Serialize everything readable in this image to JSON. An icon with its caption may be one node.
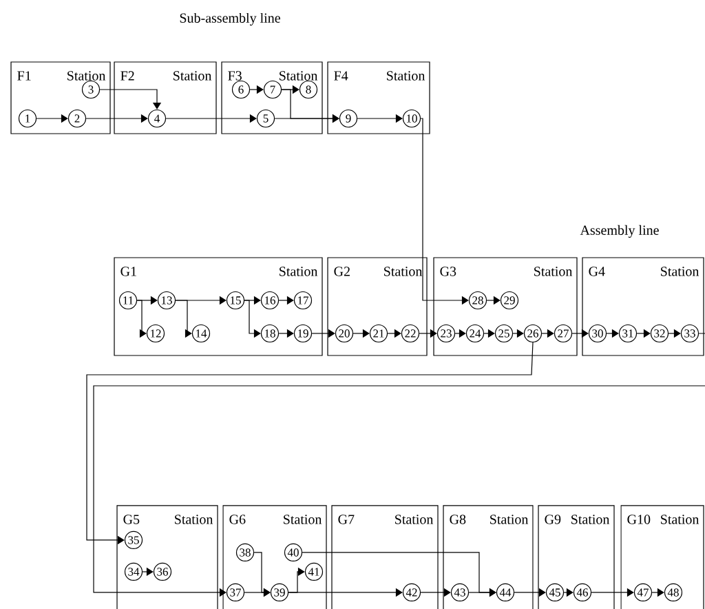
{
  "diagram": {
    "nodes": [
      {
        "text": [
          "F1",
          "Station"
        ]
      },
      {
        "text": [
          "1"
        ],
        "in": 0
      },
      {
        "text": [
          "2"
        ],
        "in": 0
      },
      {
        "text": [
          "3"
        ],
        "in": 0
      },
      {
        "text": [
          "F2",
          "Station"
        ]
      },
      {
        "text": [
          "4"
        ],
        "in": 4
      },
      {
        "text": [
          "F3",
          "Station"
        ]
      },
      {
        "text": [
          "5"
        ],
        "in": 6
      },
      {
        "text": [
          "6"
        ],
        "in": 6
      },
      {
        "text": [
          "7"
        ],
        "in": 6
      },
      {
        "text": [
          "8"
        ],
        "in": 6
      },
      {
        "text": [
          "F4",
          "Station"
        ]
      },
      {
        "text": [
          "9"
        ],
        "in": 11
      },
      {
        "text": [
          "10"
        ],
        "in": 11
      },
      {
        "text": [
          "G1",
          "Station"
        ]
      },
      {
        "text": [
          "11"
        ],
        "in": 14
      },
      {
        "text": [
          "12"
        ],
        "in": 14
      },
      {
        "text": [
          "13"
        ],
        "in": 14
      },
      {
        "text": [
          "14"
        ],
        "in": 14
      },
      {
        "text": [
          "15"
        ],
        "in": 14
      },
      {
        "text": [
          "16"
        ],
        "in": 14
      },
      {
        "text": [
          "17"
        ],
        "in": 14
      },
      {
        "text": [
          "18"
        ],
        "in": 14
      },
      {
        "text": [
          "19"
        ],
        "in": 14
      },
      {
        "text": [
          "G2",
          "Station"
        ]
      },
      {
        "text": [
          "20"
        ],
        "in": 24
      },
      {
        "text": [
          "21"
        ],
        "in": 24
      },
      {
        "text": [
          "22"
        ],
        "in": 24
      },
      {
        "text": [
          "G3",
          "Station"
        ]
      },
      {
        "text": [
          "23"
        ],
        "in": 28
      },
      {
        "text": [
          "24"
        ],
        "in": 28
      },
      {
        "text": [
          "25"
        ],
        "in": 28
      },
      {
        "text": [
          "26"
        ],
        "in": 28
      },
      {
        "text": [
          "27"
        ],
        "in": 28
      },
      {
        "text": [
          "28"
        ],
        "in": 28
      },
      {
        "text": [
          "29"
        ],
        "in": 28
      },
      {
        "text": [
          "G4",
          "Station"
        ]
      },
      {
        "text": [
          "30"
        ],
        "in": 36
      },
      {
        "text": [
          "31"
        ],
        "in": 36
      },
      {
        "text": [
          "32"
        ],
        "in": 36
      },
      {
        "text": [
          "33"
        ],
        "in": 36
      },
      {
        "text": [
          "G5",
          "Station"
        ]
      },
      {
        "text": [
          "34"
        ],
        "in": 41
      },
      {
        "text": [
          "35"
        ],
        "in": 41
      },
      {
        "text": [
          "36"
        ],
        "in": 41
      },
      {
        "text": [
          "G6",
          "Station"
        ]
      },
      {
        "text": [
          "37"
        ],
        "in": 45
      },
      {
        "text": [
          "38"
        ],
        "in": 45
      },
      {
        "text": [
          "39"
        ],
        "in": 45
      },
      {
        "text": [
          "40"
        ],
        "in": 45
      },
      {
        "text": [
          "41"
        ],
        "in": 45
      },
      {
        "text": [
          "G7",
          "Station"
        ]
      },
      {
        "text": [
          "42"
        ],
        "in": 51
      },
      {
        "text": [
          "G8",
          "Station"
        ]
      },
      {
        "text": [
          "43"
        ],
        "in": 53
      },
      {
        "text": [
          "44"
        ],
        "in": 53
      },
      {
        "text": [
          "G9",
          "Station"
        ]
      },
      {
        "text": [
          "45"
        ],
        "in": 56
      },
      {
        "text": [
          "46"
        ],
        "in": 56
      },
      {
        "text": [
          "G10",
          "Station"
        ]
      },
      {
        "text": [
          "47"
        ],
        "in": 59
      },
      {
        "text": [
          "48"
        ],
        "in": 59
      }
    ],
    "edges": [
      {
        "from": 1,
        "to": 2,
        "arrow": "to"
      },
      {
        "from": 2,
        "to": 5,
        "arrow": "to"
      },
      {
        "from": 3,
        "to": 5,
        "arrow": "to"
      },
      {
        "from": 5,
        "to": 7,
        "arrow": "to"
      },
      {
        "from": 8,
        "to": 9,
        "arrow": "to"
      },
      {
        "from": 9,
        "to": 10,
        "arrow": "to"
      },
      {
        "from": 9,
        "to": 12,
        "arrow": "to"
      },
      {
        "from": 7,
        "to": 12,
        "arrow": "to"
      },
      {
        "from": 12,
        "to": 13,
        "arrow": "to"
      },
      {
        "from": 13,
        "to": 34,
        "arrow": "to"
      },
      {
        "from": 15,
        "to": 17,
        "arrow": "to"
      },
      {
        "from": 15,
        "to": 16,
        "arrow": "to"
      },
      {
        "from": 17,
        "to": 19,
        "arrow": "to"
      },
      {
        "from": 17,
        "to": 18,
        "arrow": "to"
      },
      {
        "from": 19,
        "to": 20,
        "arrow": "to"
      },
      {
        "from": 20,
        "to": 21,
        "arrow": "to"
      },
      {
        "from": 19,
        "to": 22,
        "arrow": "to"
      },
      {
        "from": 22,
        "to": 23,
        "arrow": "to"
      },
      {
        "from": 23,
        "to": 25,
        "arrow": "to"
      },
      {
        "from": 25,
        "to": 26,
        "arrow": "to"
      },
      {
        "from": 26,
        "to": 27,
        "arrow": "to"
      },
      {
        "from": 27,
        "to": 29,
        "arrow": "to"
      },
      {
        "from": 29,
        "to": 30,
        "arrow": "to"
      },
      {
        "from": 30,
        "to": 31,
        "arrow": "to"
      },
      {
        "from": 31,
        "to": 32,
        "arrow": "to"
      },
      {
        "from": 32,
        "to": 33,
        "arrow": "to"
      },
      {
        "from": 33,
        "to": 37,
        "arrow": "to"
      },
      {
        "from": 37,
        "to": 38,
        "arrow": "to"
      },
      {
        "from": 38,
        "to": 39,
        "arrow": "to"
      },
      {
        "from": 39,
        "to": 40,
        "arrow": "to"
      },
      {
        "from": 34,
        "to": 35,
        "arrow": "to"
      },
      {
        "from": 32,
        "to": 43,
        "arrow": "to"
      },
      {
        "from": 40,
        "to": 46,
        "arrow": "to"
      },
      {
        "from": 42,
        "to": 44,
        "arrow": "to"
      },
      {
        "from": 46,
        "to": 48,
        "arrow": "to"
      },
      {
        "from": 47,
        "to": 48,
        "arrow": "to"
      },
      {
        "from": 48,
        "to": 50,
        "arrow": "to"
      },
      {
        "from": 48,
        "to": 52,
        "arrow": "to"
      },
      {
        "from": 49,
        "to": 55,
        "arrow": "to"
      },
      {
        "from": 52,
        "to": 54,
        "arrow": "to"
      },
      {
        "from": 54,
        "to": 55,
        "arrow": "to"
      },
      {
        "from": 55,
        "to": 57,
        "arrow": "to"
      },
      {
        "from": 57,
        "to": 58,
        "arrow": "to"
      },
      {
        "from": 58,
        "to": 60,
        "arrow": "to"
      },
      {
        "from": 60,
        "to": 61,
        "arrow": "to"
      }
    ],
    "labels": [
      "Sub-assembly line",
      "Assembly line"
    ]
  }
}
